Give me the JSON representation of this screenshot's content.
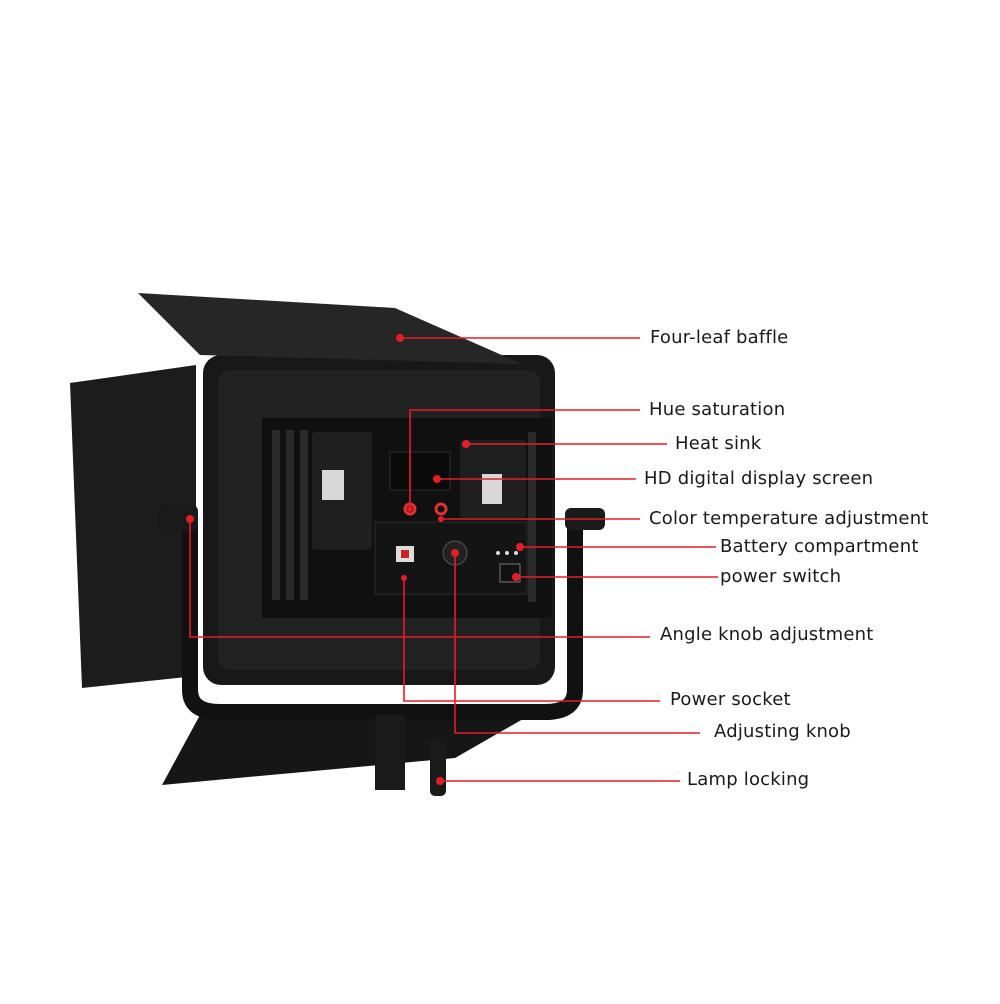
{
  "accent_color": "#e41e26",
  "labels": {
    "four_leaf_baffle": "Four-leaf baffle",
    "hue_saturation": "Hue saturation",
    "heat_sink": "Heat sink",
    "display_screen": "HD digital display screen",
    "color_temperature": "Color temperature adjustment",
    "battery_compartment": "Battery compartment",
    "power_switch": "power switch",
    "angle_knob": "Angle knob adjustment",
    "power_socket": "Power socket",
    "adjusting_knob": "Adjusting knob",
    "lamp_locking": "Lamp locking"
  }
}
